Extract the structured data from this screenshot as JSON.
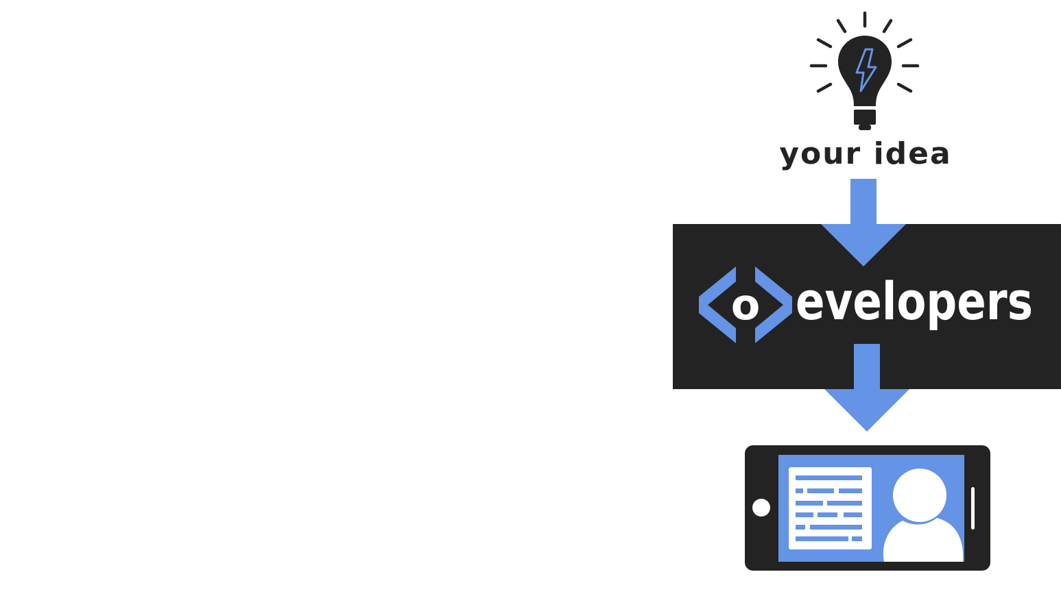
{
  "idea": {
    "label": "your idea",
    "icon": "lightbulb-icon"
  },
  "developers_box": {
    "wordmark": "evelopers",
    "logo": "code-brackets-logo",
    "logo_letter": "o"
  },
  "device": {
    "icon": "smartphone-icon",
    "screen_content": [
      "document-icon",
      "user-icon"
    ]
  },
  "colors": {
    "accent": "#6593e6",
    "dark": "#232323",
    "background": "#ffffff",
    "white": "#ffffff"
  }
}
